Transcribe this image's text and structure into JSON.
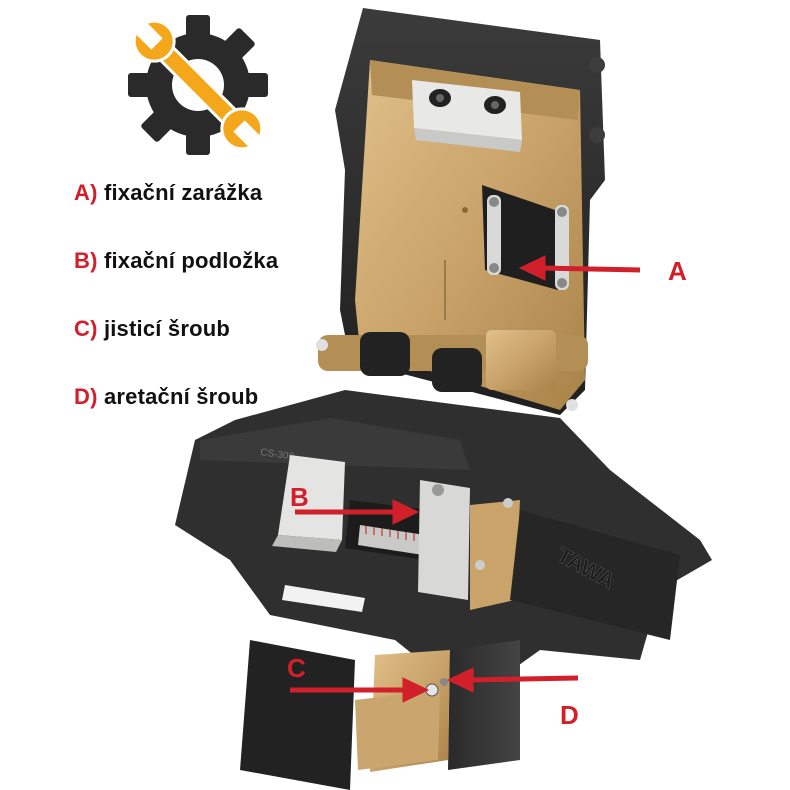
{
  "logo": {
    "icon": "gear-wrench-icon",
    "gear_color": "#2a2a2a",
    "wrench_color": "#f5a71c"
  },
  "legend": [
    {
      "letter": "A",
      "text": "fixační zarážka"
    },
    {
      "letter": "B",
      "text": "fixační podložka"
    },
    {
      "letter": "C",
      "text": "jisticí šroub"
    },
    {
      "letter": "D",
      "text": "aretační šroub"
    }
  ],
  "callouts": {
    "A": "A",
    "B": "B",
    "C": "C",
    "D": "D"
  },
  "device": {
    "brand": "TAWA",
    "model_label": "CS-300",
    "brass_color": "#c9a36a",
    "body_color": "#2b2b2b"
  },
  "colors": {
    "accent": "#d2202b"
  }
}
